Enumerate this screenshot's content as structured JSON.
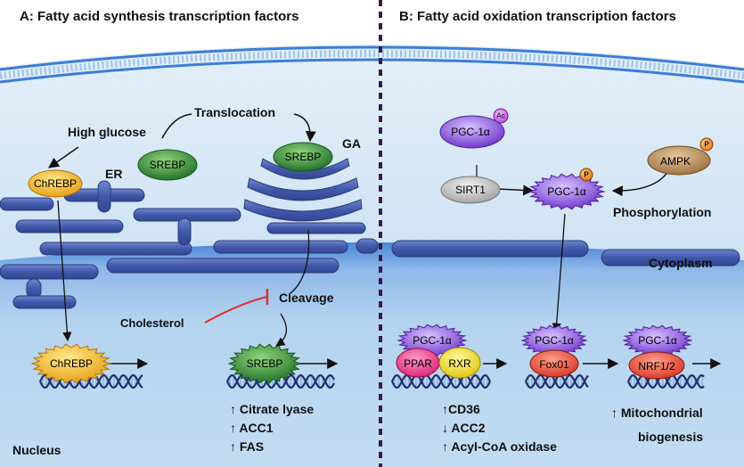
{
  "panel_a": {
    "title": "A: Fatty acid synthesis transcription factors",
    "high_glucose": "High glucose",
    "translocation": "Translocation",
    "ga": "GA",
    "er": "ER",
    "chrebp_top": "ChREBP",
    "srebp_left": "SREBP",
    "srebp_ga": "SREBP",
    "cleavage": "Cleavage",
    "cholesterol": "Cholesterol",
    "chrebp_nuc": "ChREBP",
    "srebp_nuc": "SREBP",
    "targets": [
      "↑ Citrate lyase",
      "↑ ACC1",
      "↑ FAS"
    ],
    "nucleus": "Nucleus"
  },
  "panel_b": {
    "title": "B: Fatty acid oxidation transcription factors",
    "pgc_ac": "PGC-1α",
    "ac": "Ac",
    "sirt1": "SIRT1",
    "ampk": "AMPK",
    "p1": "P",
    "pgc_p": "PGC-1α",
    "p2": "P",
    "phosphorylation": "Phosphorylation",
    "cytoplasm": "Cytoplasm",
    "pgc_ppar": "PGC-1α",
    "ppar": "PPAR",
    "rxr": "RXR",
    "pgc_fox": "PGC-1α",
    "fox01": "Fox01",
    "pgc_nrf": "PGC-1α",
    "nrf": "NRF1/2",
    "targets_ppar": [
      "↑CD36",
      "↓ ACC2",
      "↑ Acyl-CoA oxidase"
    ],
    "targets_nrf": [
      "↑ Mitochondrial",
      "biogenesis"
    ]
  },
  "colors": {
    "cytoplasm_bg": "#cfe3f4",
    "nucleus_bg": "#b9d6ee",
    "er_fill": "#4b64b4",
    "divider": "#3a1a4a",
    "pgc_purple": "#7a3fd0",
    "chrebp_yellow": "#f5b81e",
    "srebp_green": "#2f8a3a",
    "ppar_pink": "#e53a8a",
    "rxr_yellow": "#f4e11e",
    "fox_red": "#e0483a",
    "ampk_tan": "#b48750",
    "sirt_gray": "#b7b7b7",
    "inhibit_red": "#e03030"
  }
}
